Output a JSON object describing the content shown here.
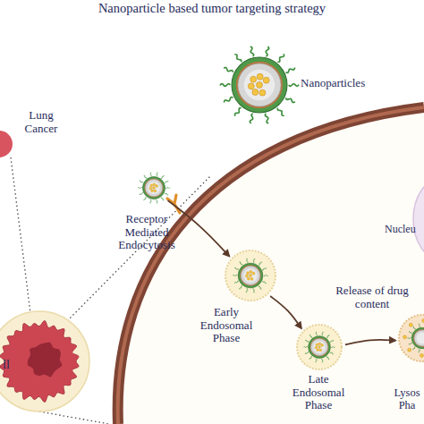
{
  "diagram": {
    "title": "Nanoparticle based tumor targeting strategy",
    "nodes": [
      {
        "text": [
          "Lung Cancer"
        ]
      },
      {
        "text": [
          "ll"
        ]
      },
      {
        "text": [
          "Nanoparticles"
        ]
      },
      {
        "text": [
          "Receptor Mediated Endocytosis"
        ]
      },
      {
        "text": [
          "Early Endosomal Phase"
        ]
      },
      {
        "text": [
          "Late Endosomal Phase"
        ]
      },
      {
        "text": [
          "Lysos Pha"
        ]
      },
      {
        "text": [
          "Nucleu"
        ]
      }
    ],
    "edges": [
      {
        "from": 3,
        "to": 4,
        "arrow": "to"
      },
      {
        "from": 4,
        "to": 5,
        "arrow": "to"
      },
      {
        "from": 5,
        "to": 6,
        "arrow": "to"
      }
    ],
    "labels": [
      "Release of drug content"
    ]
  }
}
